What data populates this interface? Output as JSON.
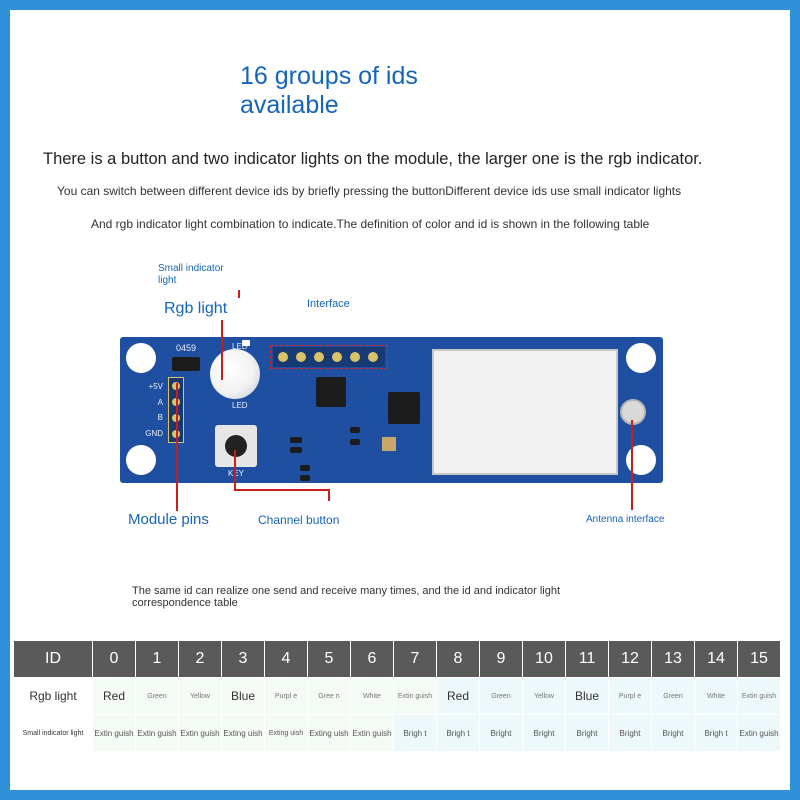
{
  "title": "16 groups of ids available",
  "intro": {
    "line1": "There is a button and two indicator lights on the module, the larger one is the rgb indicator.",
    "line2": "You can switch between different device ids by briefly pressing the buttonDifferent device ids use small indicator lights",
    "line3": "And rgb indicator light combination to indicate.The definition of color and id is shown in the following table"
  },
  "labels": {
    "small_indicator": "Small indicator light",
    "rgb_light": "Rgb light",
    "interface": "Interface",
    "module_pins": "Module pins",
    "channel_button": "Channel button",
    "antenna_interface": "Antenna interface"
  },
  "board": {
    "code": "0459",
    "led_top": "LED",
    "led_bottom": "LED",
    "key": "KEY",
    "pins": [
      "+5V",
      "A",
      "B",
      "GND"
    ]
  },
  "note": "The same id can realize one send and receive many times, and the id and indicator light correspondence table",
  "table": {
    "header_label": "ID",
    "rgb_row_label": "Rgb light",
    "small_row_label": "Small indicator light",
    "ids": [
      "0",
      "1",
      "2",
      "3",
      "4",
      "5",
      "6",
      "7",
      "8",
      "9",
      "10",
      "11",
      "12",
      "13",
      "14",
      "15"
    ],
    "rgb": [
      "Red",
      "Green",
      "Yellow",
      "Blue",
      "Purpl e",
      "Gree n",
      "White",
      "Extin guish",
      "Red",
      "Green",
      "Yellow",
      "Blue",
      "Purpl e",
      "Green",
      "White",
      "Extin guish"
    ],
    "small": [
      "Extin guish",
      "Extin guish",
      "Extin guish",
      "Exting uish",
      "Exting uish",
      "Exting uish",
      "Extin guish",
      "Brigh t",
      "Brigh t",
      "Bright",
      "Bright",
      "Bright",
      "Bright",
      "Bright",
      "Brigh t",
      "Extin guish"
    ]
  }
}
